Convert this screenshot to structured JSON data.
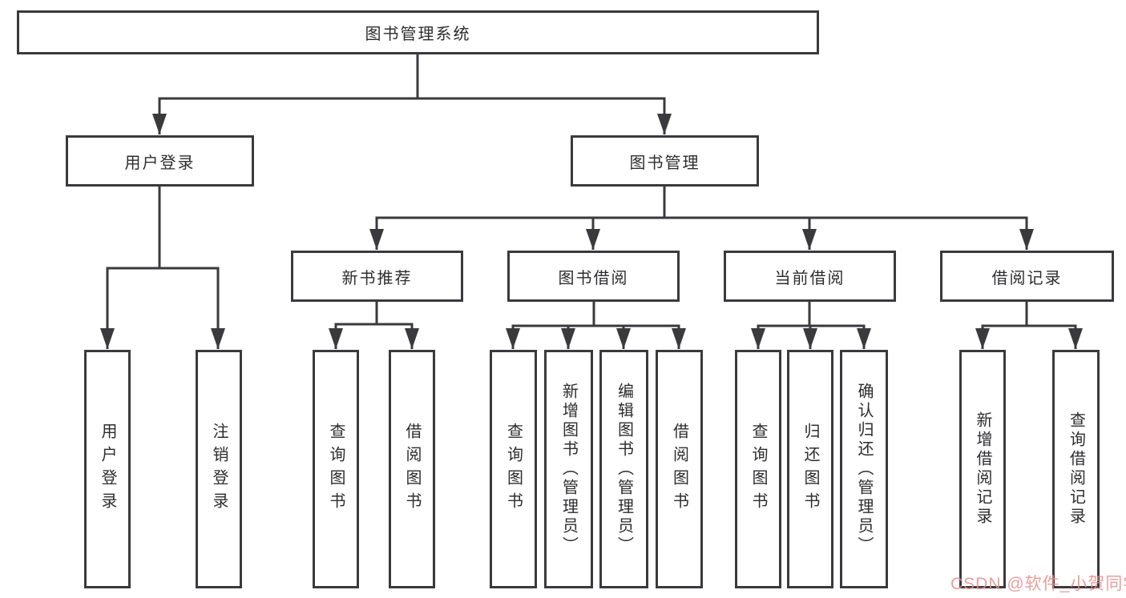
{
  "diagram": {
    "root": {
      "label": "图书管理系统"
    },
    "user_login": {
      "label": "用户登录",
      "children": [
        {
          "label": "用户登录"
        },
        {
          "label": "注销登录"
        }
      ]
    },
    "book_mgmt": {
      "label": "图书管理",
      "groups": [
        {
          "label": "新书推荐",
          "children": [
            {
              "label": "查询图书"
            },
            {
              "label": "借阅图书"
            }
          ]
        },
        {
          "label": "图书借阅",
          "children": [
            {
              "label": "查询图书"
            },
            {
              "label": "新增图书（管理员）"
            },
            {
              "label": "编辑图书（管理员）"
            },
            {
              "label": "借阅图书"
            }
          ]
        },
        {
          "label": "当前借阅",
          "children": [
            {
              "label": "查询图书"
            },
            {
              "label": "归还图书"
            },
            {
              "label": "确认归还（管理员）"
            }
          ]
        },
        {
          "label": "借阅记录",
          "children": [
            {
              "label": "新增借阅记录"
            },
            {
              "label": "查询借阅记录"
            }
          ]
        }
      ]
    }
  },
  "watermark": {
    "text": "CSDN @软件_小贺同学"
  }
}
